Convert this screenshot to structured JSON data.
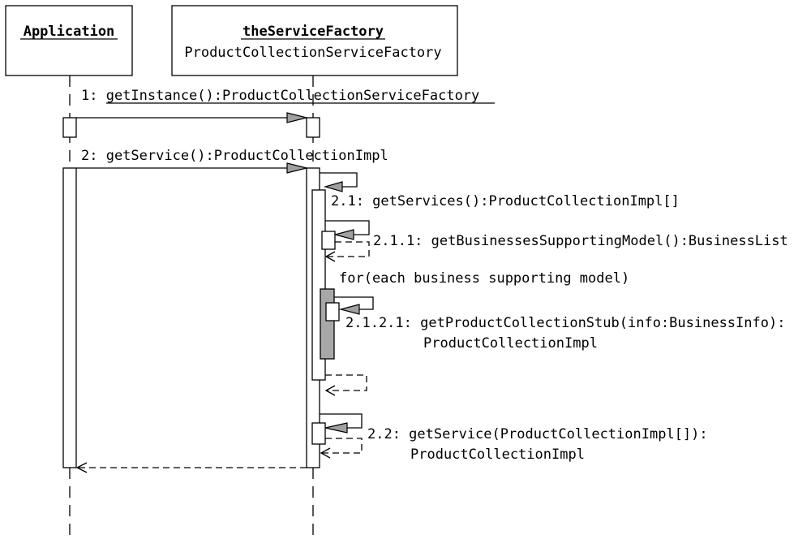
{
  "participants": [
    {
      "name": "Application"
    },
    {
      "name": "theServiceFactory",
      "type": "ProductCollectionServiceFactory"
    }
  ],
  "messages": {
    "m1": "1: getInstance():ProductCollectionServiceFactory",
    "m2": "2: getService():ProductCollectionImpl",
    "m21": "2.1: getServices():ProductCollectionImpl[]",
    "m211": "2.1.1: getBusinessesSupportingModel():BusinessList",
    "loop": "for(each business supporting model)",
    "m2121_line1": "2.1.2.1: getProductCollectionStub(info:BusinessInfo):",
    "m2121_line2": "ProductCollectionImpl",
    "m22_line1": "2.2: getService(ProductCollectionImpl[]):",
    "m22_line2": "ProductCollectionImpl"
  }
}
